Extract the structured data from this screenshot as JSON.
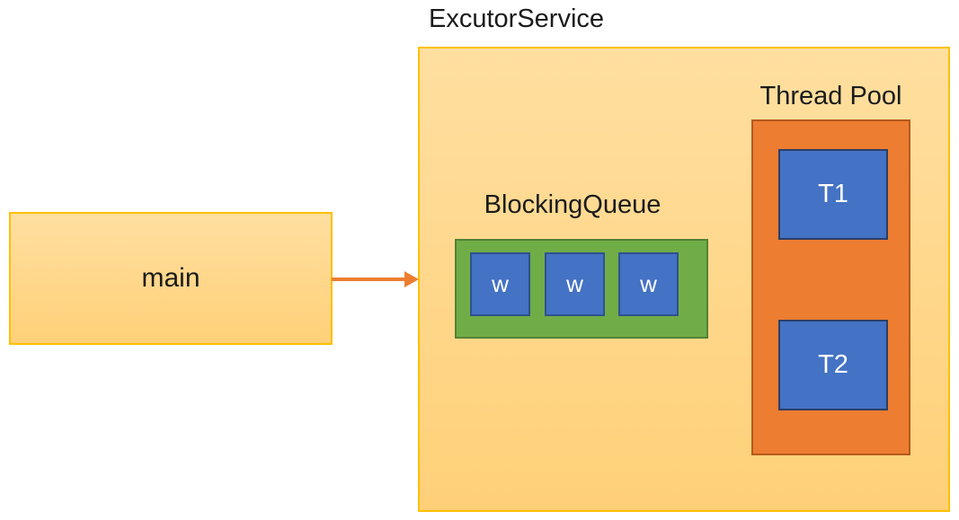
{
  "diagram": {
    "title": "ExcutorService",
    "main_box": {
      "label": "main"
    },
    "arrow": {
      "from": "main",
      "to": "ExcutorService",
      "direction": "right"
    },
    "blocking_queue": {
      "label": "BlockingQueue",
      "items": [
        "w",
        "w",
        "w"
      ]
    },
    "thread_pool": {
      "label": "Thread Pool",
      "threads": [
        "T1",
        "T2"
      ]
    },
    "colors": {
      "container_fill_top": "#FFDFA0",
      "container_fill_bottom": "#FFD078",
      "container_border": "#FFC000",
      "queue_fill": "#70AD47",
      "queue_border": "#538135",
      "task_fill": "#4472C4",
      "task_border": "#2F528F",
      "thread_border": "#2B3F66",
      "pool_fill": "#ED7D31",
      "pool_border": "#B45A1D",
      "arrow": "#ED7D31"
    }
  }
}
